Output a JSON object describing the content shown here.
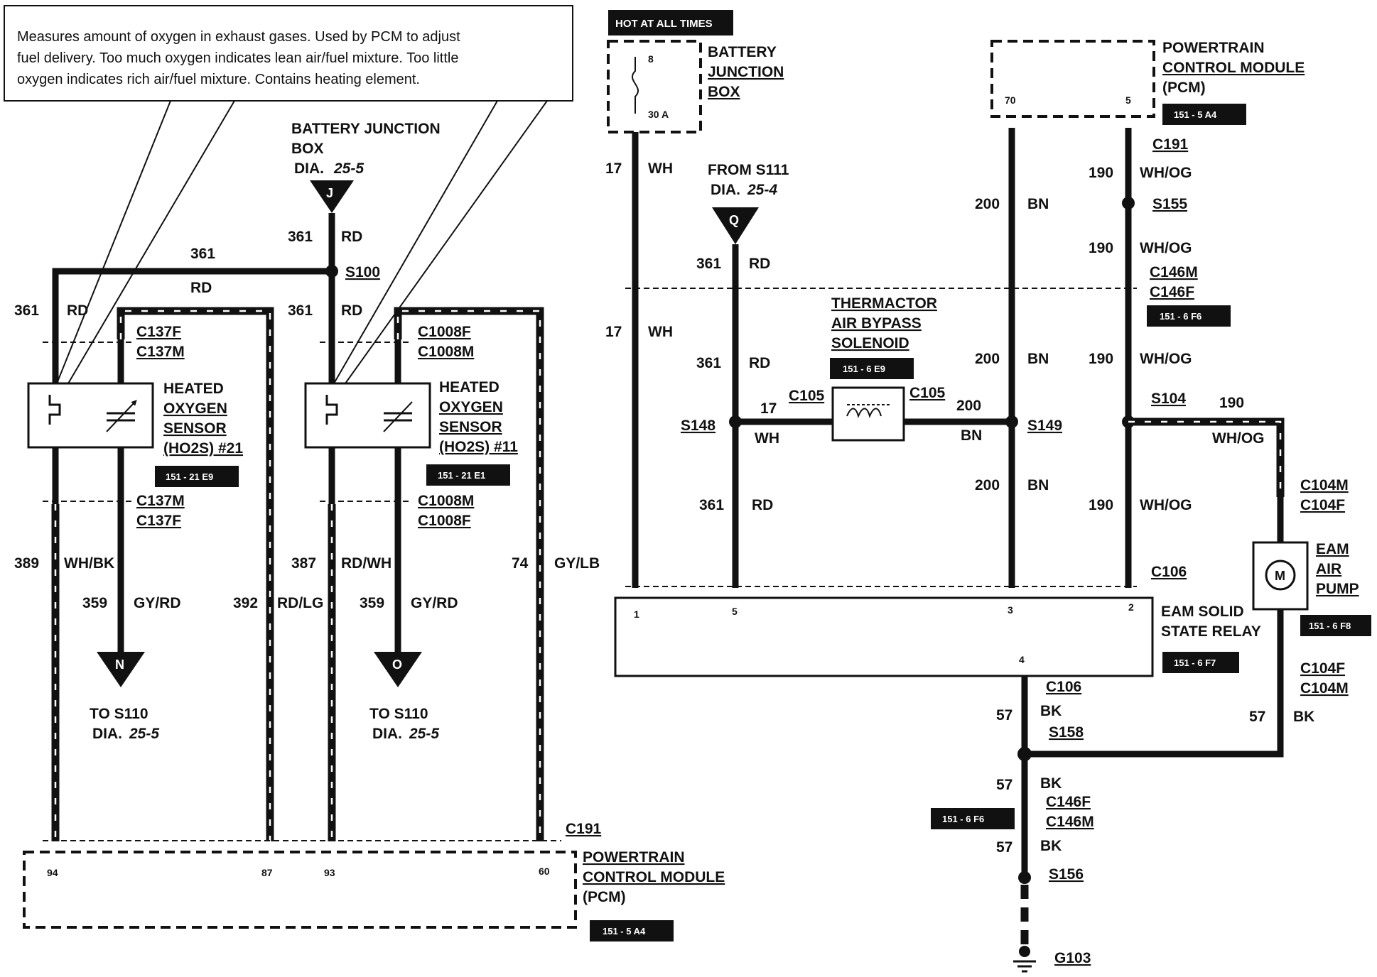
{
  "note": {
    "line1": "Measures amount of oxygen in exhaust gases. Used by PCM to adjust",
    "line2": "fuel delivery. Too much oxygen indicates lean air/fuel mixture. Too little",
    "line3": "oxygen indicates rich air/fuel mixture. Contains heating element."
  },
  "left": {
    "bjb_l1": "BATTERY JUNCTION",
    "bjb_l2": "BOX",
    "bjb_dia": "DIA.",
    "bjb_dia_num": "25-5",
    "conn_j": "J",
    "w361": "361",
    "rd": "RD",
    "s100": "S100",
    "c137f": "C137F",
    "c137m": "C137M",
    "c1008f": "C1008F",
    "c1008m": "C1008M",
    "heated": "HEATED",
    "oxygen": "OXYGEN",
    "sensor": "SENSOR",
    "ho2s21": "(HO2S) #21",
    "ho2s11": "(HO2S) #11",
    "tag_21": "151 - 21 E9",
    "tag_11": "151 - 21 E1",
    "w389": "389",
    "whbk": "WH/BK",
    "w359": "359",
    "gyrd": "GY/RD",
    "w392": "392",
    "rdlg": "RD/LG",
    "w387": "387",
    "rdwh": "RD/WH",
    "w74": "74",
    "gylb": "GY/LB",
    "conn_n": "N",
    "conn_o": "O",
    "to_s110": "TO S110",
    "dia": "DIA.",
    "dia_num": "25-5",
    "c191": "C191",
    "pcm_l1": "POWERTRAIN",
    "pcm_l2": "CONTROL MODULE",
    "pcm_l3": "(PCM)",
    "pcm_tag": "151 - 5 A4",
    "pin94": "94",
    "pin87": "87",
    "pin93": "93",
    "pin60": "60"
  },
  "right": {
    "hot": "HOT AT ALL TIMES",
    "bjb_l1": "BATTERY",
    "bjb_l2": "JUNCTION",
    "bjb_l3": "BOX",
    "pin8": "8",
    "fuse": "30 A",
    "w17": "17",
    "wh": "WH",
    "from_s111": "FROM S111",
    "dia": "DIA.",
    "dia_num": "25-4",
    "conn_q": "Q",
    "w361": "361",
    "rd": "RD",
    "pcm_l1": "POWERTRAIN",
    "pcm_l2": "CONTROL MODULE",
    "pcm_l3": "(PCM)",
    "pcm_tag": "151 - 5 A4",
    "pin70": "70",
    "pin5": "5",
    "c191": "C191",
    "w190": "190",
    "whog": "WH/OG",
    "s155": "S155",
    "w200": "200",
    "bn": "BN",
    "c146m": "C146M",
    "c146f": "C146F",
    "tag_c146": "151 - 6 F6",
    "therm_l1": "THERMACTOR",
    "therm_l2": "AIR BYPASS",
    "therm_l3": "SOLENOID",
    "therm_tag": "151 - 6 E9",
    "c105": "C105",
    "s148": "S148",
    "s149": "S149",
    "s104": "S104",
    "c104m": "C104M",
    "c104f": "C104F",
    "eam_l1": "EAM",
    "eam_l2": "AIR",
    "eam_l3": "PUMP",
    "eam_tag": "151 - 6 F8",
    "motor": "M",
    "c106": "C106",
    "relay_l1": "EAM SOLID",
    "relay_l2": "STATE RELAY",
    "relay_tag": "151 - 6 F7",
    "pin1": "1",
    "pin5b": "5",
    "pin3": "3",
    "pin2": "2",
    "pin4": "4",
    "w57": "57",
    "bk": "BK",
    "s158": "S158",
    "c146f_b": "C146F",
    "c146m_b": "C146M",
    "tag_c146_b": "151 - 6 F6",
    "s156": "S156",
    "g103": "G103"
  }
}
